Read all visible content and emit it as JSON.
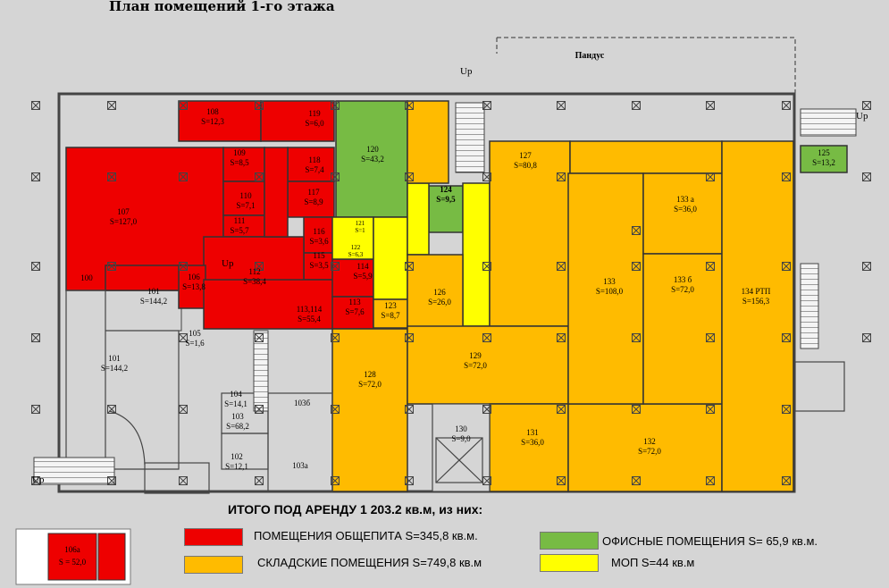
{
  "title": "План помещений 1-го этажа",
  "total": "ИТОГО ПОД АРЕНДУ 1 203.2 кв.м, из них:",
  "ramp_label": "Пандус",
  "up_label": "Up",
  "legend": [
    {
      "key": "catering",
      "label": "ПОМЕЩЕНИЯ ОБЩЕПИТА S=345,8 кв.м.",
      "color": "#ee0000"
    },
    {
      "key": "warehouse",
      "label": "СКЛАДСКИЕ ПОМЕЩЕНИЯ S=749,8 кв.м",
      "color": "#ffbb00"
    },
    {
      "key": "office",
      "label": "ОФИСНЫЕ ПОМЕЩЕНИЯ S= 65,9 кв.м.",
      "color": "#77bb44"
    },
    {
      "key": "common",
      "label": "МОП S=44 кв.м",
      "color": "#ffff00"
    }
  ],
  "inset": {
    "name": "106а",
    "area": "S = 52,0"
  },
  "colors": {
    "catering": "#ee0000",
    "warehouse": "#ffbb00",
    "office": "#77bb44",
    "common": "#ffff00",
    "none": "#d5d5d5"
  },
  "rooms": [
    {
      "name": "107",
      "area": "S=127,0",
      "cat": "catering"
    },
    {
      "name": "108",
      "area": "S=12,3",
      "cat": "catering"
    },
    {
      "name": "119",
      "area": "S=6,0",
      "cat": "catering"
    },
    {
      "name": "109",
      "area": "S=8,5",
      "cat": "catering"
    },
    {
      "name": "118",
      "area": "S=7,4",
      "cat": "catering"
    },
    {
      "name": "110",
      "area": "S=7,1",
      "cat": "catering"
    },
    {
      "name": "117",
      "area": "S=8,9",
      "cat": "catering"
    },
    {
      "name": "111",
      "area": "S=5,7",
      "cat": "catering"
    },
    {
      "name": "116",
      "area": "S=3,6",
      "cat": "catering"
    },
    {
      "name": "115",
      "area": "S=3,5",
      "cat": "catering"
    },
    {
      "name": "112",
      "area": "S=38,4",
      "cat": "catering"
    },
    {
      "name": "106",
      "area": "S=13,8",
      "cat": "catering"
    },
    {
      "name": "113,114",
      "area": "S=55,4",
      "cat": "catering"
    },
    {
      "name": "114",
      "area": "S=5,9",
      "cat": "catering"
    },
    {
      "name": "113",
      "area": "S=7,6",
      "cat": "catering"
    },
    {
      "name": "120",
      "area": "S=43,2",
      "cat": "office"
    },
    {
      "name": "124",
      "area": "S=9,5",
      "cat": "office"
    },
    {
      "name": "125",
      "area": "S=13,2",
      "cat": "office"
    },
    {
      "name": "121",
      "area": "S=1",
      "cat": "common"
    },
    {
      "name": "122",
      "area": "S=6,3",
      "cat": "common"
    },
    {
      "name": "123",
      "area": "S=8,7",
      "cat": "warehouse"
    },
    {
      "name": "126",
      "area": "S=26,0",
      "cat": "warehouse"
    },
    {
      "name": "127",
      "area": "S=80,8",
      "cat": "warehouse"
    },
    {
      "name": "128",
      "area": "S=72,0",
      "cat": "warehouse"
    },
    {
      "name": "129",
      "area": "S=72,0",
      "cat": "warehouse"
    },
    {
      "name": "130",
      "area": "S=9,0",
      "cat": "none"
    },
    {
      "name": "131",
      "area": "S=36,0",
      "cat": "warehouse"
    },
    {
      "name": "132",
      "area": "S=72,0",
      "cat": "warehouse"
    },
    {
      "name": "133",
      "area": "S=108,0",
      "cat": "warehouse"
    },
    {
      "name": "133 а",
      "area": "S=36,0",
      "cat": "warehouse"
    },
    {
      "name": "133 б",
      "area": "S=72,0",
      "cat": "warehouse"
    },
    {
      "name": "134 РТП",
      "area": "S=156,3",
      "cat": "warehouse"
    },
    {
      "name": "100",
      "area": "",
      "cat": "none"
    },
    {
      "name": "101",
      "area": "S=144,2",
      "cat": "none"
    },
    {
      "name": "101",
      "area": "S=144,2",
      "cat": "none"
    },
    {
      "name": "105",
      "area": "S=1,6",
      "cat": "none"
    },
    {
      "name": "104",
      "area": "S=14,1",
      "cat": "none"
    },
    {
      "name": "103",
      "area": "S=68,2",
      "cat": "none"
    },
    {
      "name": "102",
      "area": "S=12,1",
      "cat": "none"
    },
    {
      "name": "103б",
      "area": "",
      "cat": "none"
    },
    {
      "name": "103а",
      "area": "",
      "cat": "none"
    }
  ]
}
